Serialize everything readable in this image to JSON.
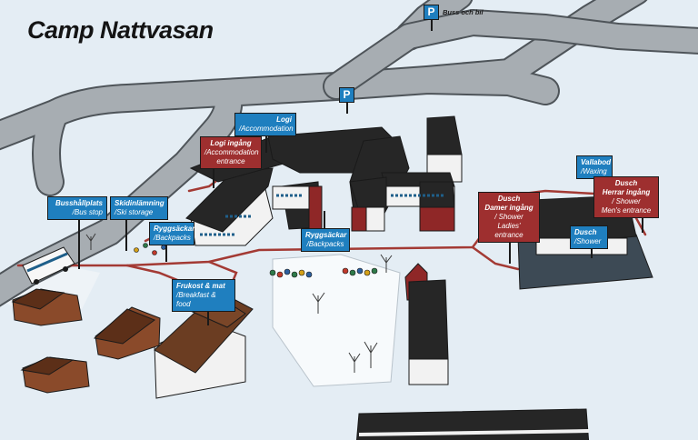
{
  "title": "Camp Nattvasan",
  "parking": [
    {
      "symbol": "P",
      "label": "Buss och bil"
    },
    {
      "symbol": "P",
      "label": ""
    }
  ],
  "labels": {
    "logi": {
      "title": "Logi",
      "sub": "/Accommodation"
    },
    "logi_ingang": {
      "title": "Logi ingång",
      "sub": "/Accommodation entrance"
    },
    "busshallplats": {
      "title": "Busshållplats",
      "sub": "/Bus stop"
    },
    "skidinlamning": {
      "title": "Skidinlämning",
      "sub": "/Ski storage"
    },
    "ryggsackar_1": {
      "title": "Ryggsäckar",
      "sub": "/Backpacks"
    },
    "ryggsackar_2": {
      "title": "Ryggsäckar",
      "sub": "/Backpacks"
    },
    "frukost": {
      "title": "Frukost & mat",
      "sub": "/Breakfast & food"
    },
    "vallabod": {
      "title": "Vallabod",
      "sub": "/Waxing"
    },
    "dusch_damer": {
      "title": "Dusch",
      "title2": "Damer ingång",
      "sub": "/ Shower",
      "sub2": "Ladies' entrance"
    },
    "dusch_herrar": {
      "title": "Dusch",
      "title2": "Herrar ingång",
      "sub": "/ Shower",
      "sub2": "Men's entrance"
    },
    "dusch": {
      "title": "Dusch",
      "sub": "/Shower"
    }
  },
  "colors": {
    "background": "#e4edf4",
    "road": "#a7adb2",
    "road_edge": "#50555a",
    "roof": "#262626",
    "wall_white": "#f2f2f2",
    "wall_red": "#8f2727",
    "cabin": "#8a4a2a",
    "path_red": "#a33a34",
    "label_blue": "#1f7fbf",
    "label_red": "#9e2f2f",
    "shower_base": "#3d4a55"
  }
}
